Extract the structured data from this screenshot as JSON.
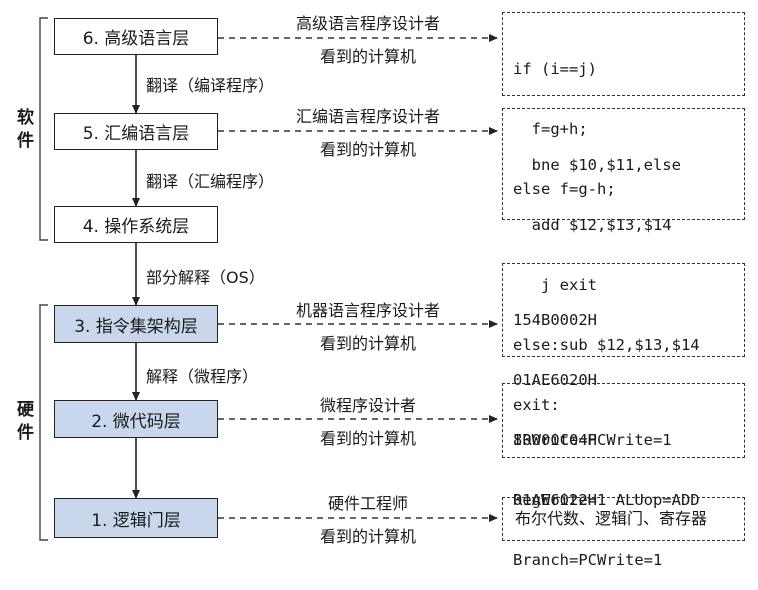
{
  "groups": {
    "software": "软件",
    "hardware": "硬件"
  },
  "layers": [
    {
      "label": "6. 高级语言层"
    },
    {
      "label": "5. 汇编语言层"
    },
    {
      "label": "4. 操作系统层"
    },
    {
      "label": "3. 指令集架构层"
    },
    {
      "label": "2. 微代码层"
    },
    {
      "label": "1. 逻辑门层"
    }
  ],
  "transitions": [
    "翻译（编译程序）",
    "翻译（汇编程序）",
    "部分解释（OS）",
    "解释（微程序）"
  ],
  "viewers": [
    {
      "who": "高级语言程序设计者",
      "sees": "看到的计算机"
    },
    {
      "who": "汇编语言程序设计者",
      "sees": "看到的计算机"
    },
    {
      "who": "机器语言程序设计者",
      "sees": "看到的计算机"
    },
    {
      "who": "微程序设计者",
      "sees": "看到的计算机"
    },
    {
      "who": "硬件工程师",
      "sees": "看到的计算机"
    }
  ],
  "examples": {
    "high_level": [
      "if (i==j)",
      "  f=g+h;",
      "else f=g-h;"
    ],
    "assembly": [
      "  bne $10,$11,else",
      "  add $12,$13,$14",
      "   j exit",
      "else:sub $12,$13,$14",
      "exit:"
    ],
    "machine": [
      "154B0002H",
      "01AE6020H",
      "80000C04H",
      "01AE6022H"
    ],
    "microcode": [
      "IRWrite=PCWrite=1",
      "RegWrite=1 ALUop=ADD",
      "Branch=PCWrite=1"
    ],
    "logic_gate": "布尔代数、逻辑门、寄存器"
  }
}
